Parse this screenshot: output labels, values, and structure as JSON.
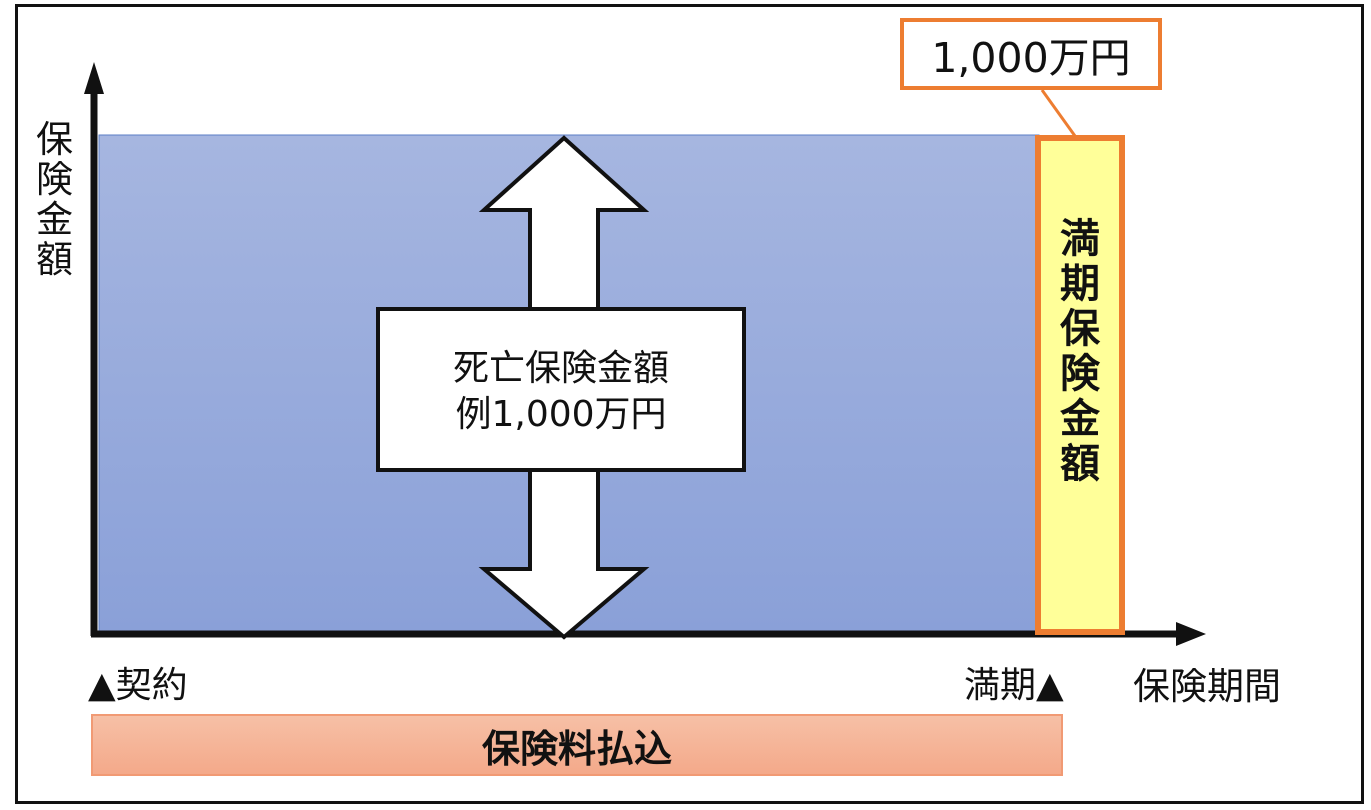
{
  "y_axis_label": [
    "保",
    "険",
    "金",
    "額"
  ],
  "x_axis_label": "保険期間",
  "death_benefit": {
    "line1": "死亡保険金額",
    "line2": "例1,000万円"
  },
  "maturity_callout": "1,000万円",
  "maturity_benefit_label": [
    "満",
    "期",
    "保",
    "険",
    "金",
    "額"
  ],
  "marker_contract": "▲契約",
  "marker_maturity": "満期▲",
  "premium_payment": "保険料払込",
  "colors": {
    "coverage_top": "#a6b6e0",
    "coverage_bottom": "#8ea4d9",
    "accent_orange": "#ed7d31",
    "maturity_fill": "#ffff99",
    "premium_fill": "#f4b094"
  }
}
